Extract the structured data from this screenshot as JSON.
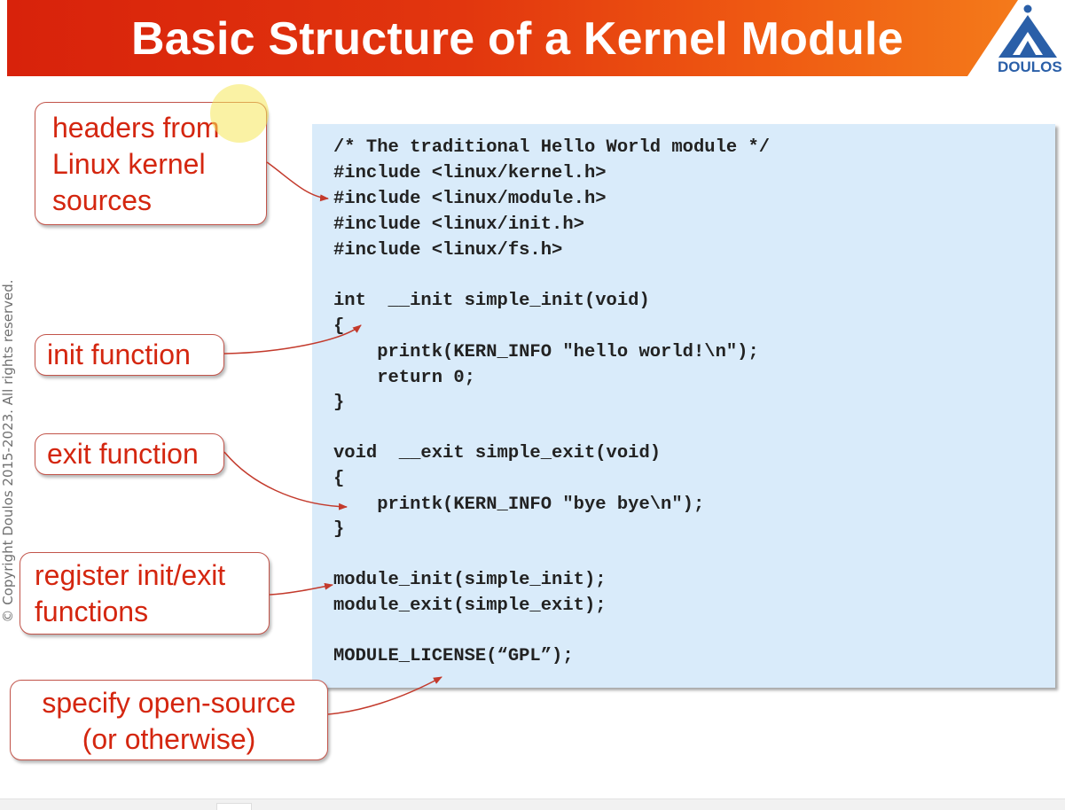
{
  "slide": {
    "title": "Basic Structure of a Kernel Module",
    "logo_text": "DOULOS",
    "copyright": "© Copyright Doulos 2015-2023.  All rights reserved."
  },
  "code": {
    "lines": [
      "/* The traditional Hello World module */",
      "#include <linux/kernel.h>",
      "#include <linux/module.h>",
      "#include <linux/init.h>",
      "#include <linux/fs.h>",
      "int  __init simple_init(void)",
      "{",
      "    printk(KERN_INFO \"hello world!\\n\");",
      "    return 0;",
      "}",
      "void  __exit simple_exit(void)",
      "{",
      "    printk(KERN_INFO \"bye bye\\n\");",
      "}",
      "module_init(simple_init);",
      "module_exit(simple_exit);",
      "MODULE_LICENSE(“GPL”);"
    ]
  },
  "callouts": {
    "headers": [
      "headers from",
      "Linux kernel",
      "sources"
    ],
    "init": [
      "init function"
    ],
    "exit": [
      "exit function"
    ],
    "register": [
      "register init/exit",
      "functions"
    ],
    "license": [
      "specify open-source",
      "(or otherwise)"
    ]
  },
  "colors": {
    "banner_red": "#d8220b",
    "banner_orange": "#f47a1a",
    "callout_text": "#d4260f",
    "arrow": "#c33a2c",
    "code_bg": "#d9ebfa",
    "logo_blue": "#2a5fa8"
  },
  "icons": {
    "logo": "doulos-logo-icon"
  }
}
